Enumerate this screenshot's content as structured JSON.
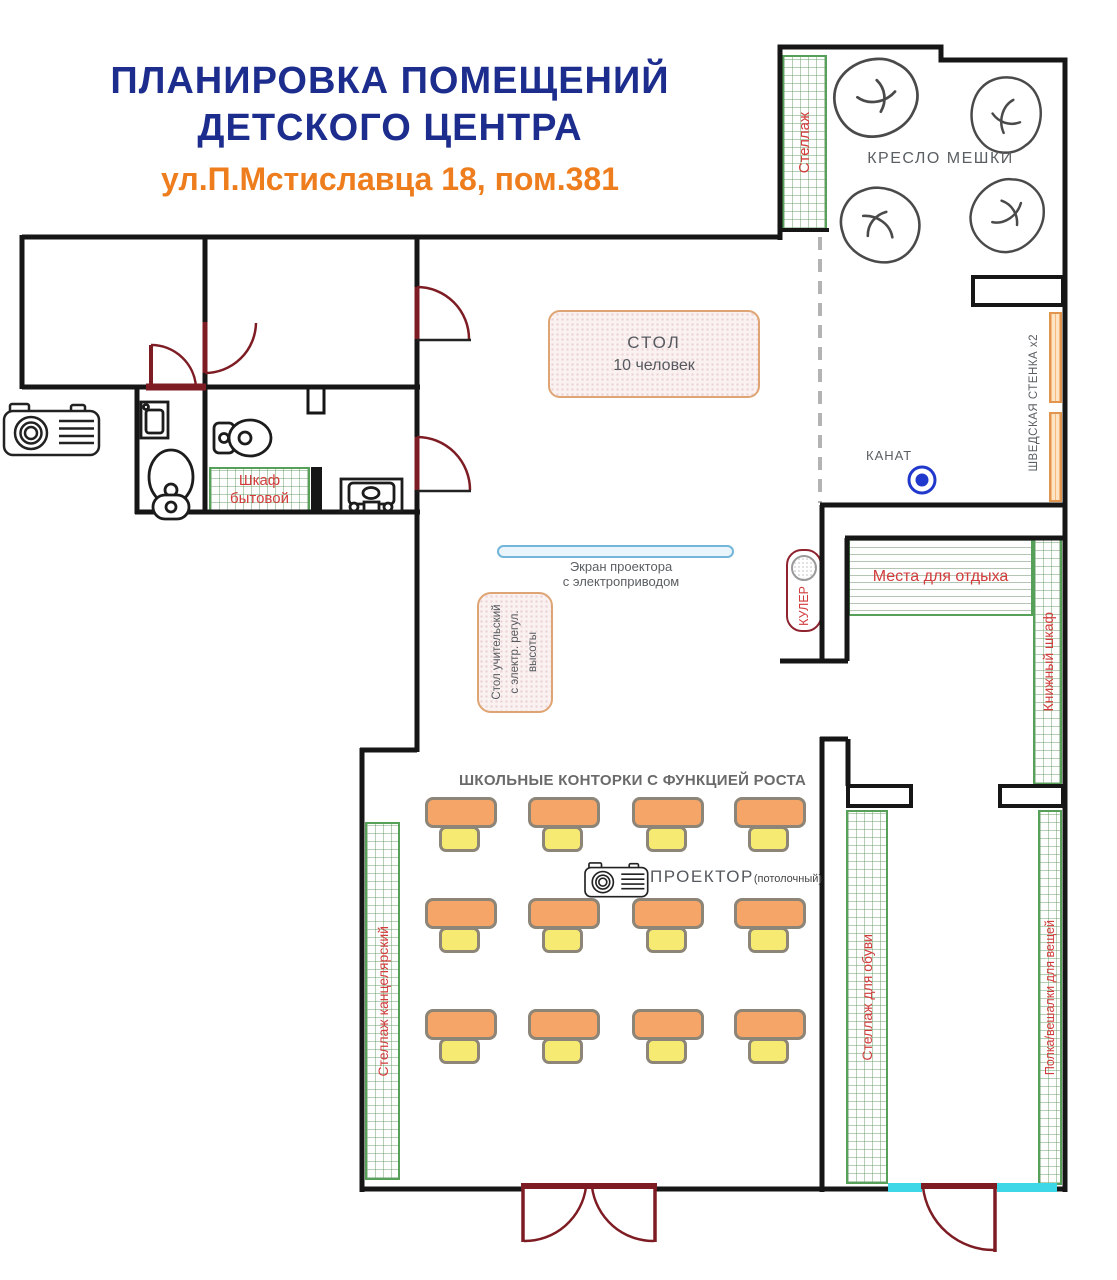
{
  "title": {
    "line1": "ПЛАНИРОВКА ПОМЕЩЕНИЙ",
    "line2": "ДЕТСКОГО ЦЕНТРА",
    "address": "ул.П.Мстиславца 18, пом.381"
  },
  "beanbag_room": {
    "shelf_label": "Стеллаж",
    "title": "КРЕСЛО МЕШКИ",
    "swedish_wall": "ШВЕДСКАЯ СТЕНКА х2",
    "rope": "КАНАТ"
  },
  "central_room": {
    "table_line1": "СТОЛ",
    "table_line2": "10 человек",
    "screen_line1": "Экран проектора",
    "screen_line2": "с электроприводом",
    "teacher_desk_line1": "Стол учительский",
    "teacher_desk_line2": "с электр. регул.",
    "teacher_desk_line3": "высоты",
    "cooler": "КУЛЕР"
  },
  "bathroom": {
    "cabinet_line1": "Шкаф",
    "cabinet_line2": "бытовой"
  },
  "rest_zone": {
    "label": "Места для отдыха",
    "bookcase": "Книжный шкаф"
  },
  "classroom": {
    "heading": "ШКОЛЬНЫЕ КОНТОРКИ  С ФУНКЦИЕЙ РОСТА",
    "projector": "ПРОЕКТОР",
    "projector_note": "(потолочный)",
    "shelf": "Стеллаж канцелярский"
  },
  "cloakroom": {
    "shoe_shelf": "Стеллаж для обуви",
    "hanger_shelf": "Полка/вешалки для вещей"
  },
  "colors": {
    "wall": "#161616",
    "door": "#7e1c24",
    "label_red": "#d23b3b",
    "label_gray": "#5a5f63",
    "title_navy": "#1c2d8e",
    "title_orange": "#ee7d1e",
    "desk_orange": "#f5a567",
    "desk_yellow": "#f6ea72",
    "screen_blue": "#74b6da",
    "threshold_cyan": "#3ed7e8",
    "rope_blue": "#2038cc",
    "grid_green": "#57a05a"
  }
}
